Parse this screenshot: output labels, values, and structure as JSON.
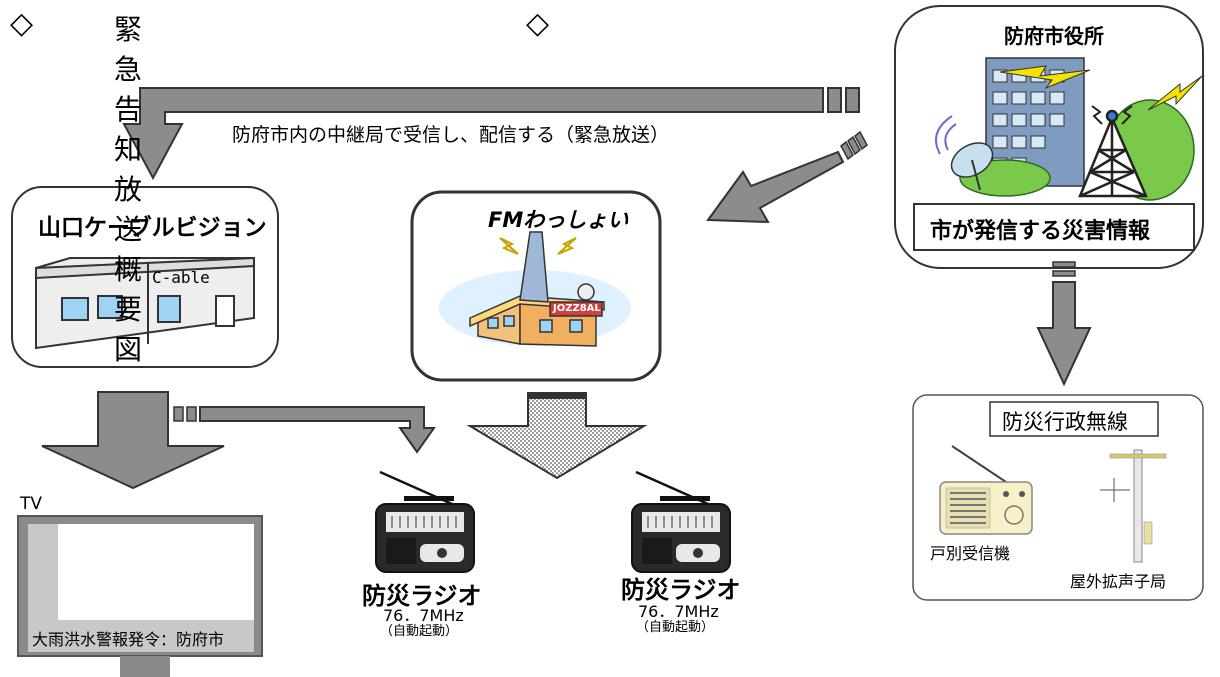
{
  "title": {
    "left_symbol": "◇",
    "text": "緊急告知放送概要図",
    "right_symbol": "◇"
  },
  "city_hall": {
    "name": "防府市役所",
    "info_label": "市が発信する災害情報"
  },
  "relay_caption": "防府市内の中継局で受信し、配信する（緊急放送）",
  "cable": {
    "name": "山口ケーブルビジョン",
    "sign": "C-able"
  },
  "fm": {
    "name": "FMわっしょい",
    "callsign": "JOZZ8AL"
  },
  "bousai_musen": {
    "title": "防災行政無線",
    "receiver_label": "戸別受信機",
    "speaker_label": "屋外拡声子局"
  },
  "tv": {
    "label": "TV",
    "ticker": "大雨洪水警報発令：防府市"
  },
  "radios": [
    {
      "name": "防災ラジオ",
      "freq": "76．7MHz",
      "note": "（自動起動）"
    },
    {
      "name": "防災ラジオ",
      "freq": "76．7MHz",
      "note": "（自動起動）"
    }
  ],
  "colors": {
    "arrow_gray": "#8c8c8c",
    "box_border": "#555555",
    "tv_frame": "#8a8a8a",
    "building_blue": "#7f9bbf",
    "sky_blue": "#9fd3f3",
    "bolt_yellow": "#f4e200"
  }
}
